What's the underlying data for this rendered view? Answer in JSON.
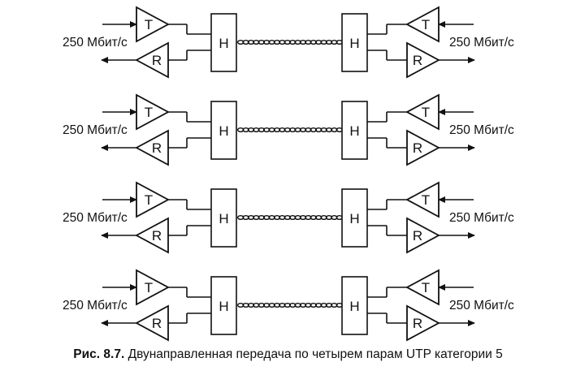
{
  "figure": {
    "caption_label": "Рис. 8.7.",
    "caption_text": "Двунаправленная передача по четырем парам UTP категории 5"
  },
  "diagram": {
    "channels": [
      {
        "left_rate": "250 Мбит/с",
        "right_rate": "250 Мбит/с"
      },
      {
        "left_rate": "250 Мбит/с",
        "right_rate": "250 Мбит/с"
      },
      {
        "left_rate": "250 Мбит/с",
        "right_rate": "250 Мбит/с"
      },
      {
        "left_rate": "250 Мбит/с",
        "right_rate": "250 Мбит/с"
      }
    ],
    "transmitter_label": "T",
    "receiver_label": "R",
    "hybrid_label": "H"
  }
}
